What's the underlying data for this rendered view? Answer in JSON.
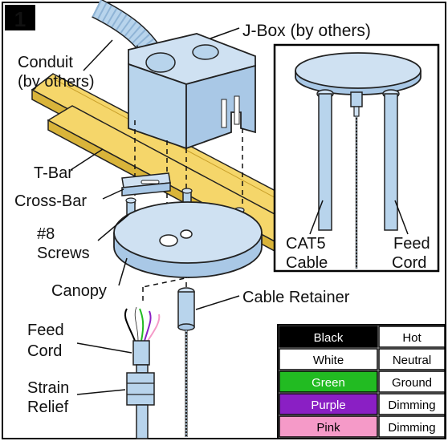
{
  "step_number": "1",
  "labels": {
    "jbox": "J-Box (by others)",
    "conduit_line1": "Conduit",
    "conduit_line2": "(by others)",
    "tbar": "T-Bar",
    "crossbar": "Cross-Bar",
    "screws_line1": "#8",
    "screws_line2": "Screws",
    "canopy": "Canopy",
    "cable_retainer": "Cable Retainer",
    "feed_cord_line1": "Feed",
    "feed_cord_line2": "Cord",
    "strain_relief_line1": "Strain",
    "strain_relief_line2": "Relief",
    "inset_cat5_line1": "CAT5",
    "inset_cat5_line2": "Cable",
    "inset_feed_line1": "Feed",
    "inset_feed_line2": "Cord"
  },
  "wire_table": [
    {
      "color_name": "Black",
      "function": "Hot",
      "swatch": "#000000",
      "text_color": "#ffffff"
    },
    {
      "color_name": "White",
      "function": "Neutral",
      "swatch": "#ffffff",
      "text_color": "#000000"
    },
    {
      "color_name": "Green",
      "function": "Ground",
      "swatch": "#22bb22",
      "text_color": "#ffffff"
    },
    {
      "color_name": "Purple",
      "function": "Dimming",
      "swatch": "#8a1fc4",
      "text_color": "#ffffff"
    },
    {
      "color_name": "Pink",
      "function": "Dimming",
      "swatch": "#f59ac8",
      "text_color": "#000000"
    }
  ],
  "colors": {
    "part_blue": "#b8d4ec",
    "part_blue_dark": "#8fb4d6",
    "tbar_yellow": "#f5d66a",
    "tbar_yellow_dark": "#d9b43a"
  }
}
